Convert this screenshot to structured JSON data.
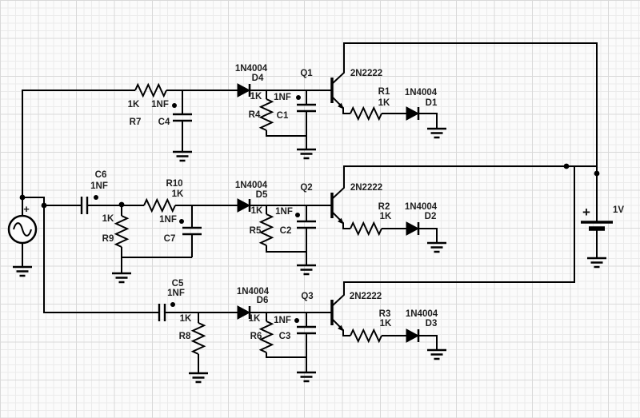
{
  "canvas": {
    "description": "circuit schematic on grid paper",
    "background_color": "#fbfbfb",
    "grid_minor_color": "#ebebeb",
    "grid_major_color": "#d9d9d9",
    "wire_color": "#000000",
    "label_color": "#1f1f1f"
  },
  "components": {
    "v1": {
      "type": "ac-source",
      "polarity": "+"
    },
    "bat1": {
      "type": "battery",
      "value": "1V",
      "polarity": "+"
    },
    "r1": {
      "ref": "R1",
      "value": "1K"
    },
    "r2": {
      "ref": "R2",
      "value": "1K"
    },
    "r3": {
      "ref": "R3",
      "value": "1K"
    },
    "r4": {
      "ref": "R4",
      "value": "1K"
    },
    "r5": {
      "ref": "R5",
      "value": "1K"
    },
    "r6": {
      "ref": "R6",
      "value": "1K"
    },
    "r7": {
      "ref": "R7",
      "value": "1K"
    },
    "r8": {
      "ref": "R8",
      "value": "1K"
    },
    "r9": {
      "ref": "R9",
      "value": "1K"
    },
    "r10": {
      "ref": "R10",
      "value": "1K"
    },
    "c1": {
      "ref": "C1",
      "value": "1NF"
    },
    "c2": {
      "ref": "C2",
      "value": "1NF"
    },
    "c3": {
      "ref": "C3",
      "value": "1NF"
    },
    "c4": {
      "ref": "C4",
      "value": "1NF"
    },
    "c5": {
      "ref": "C5",
      "value": "1NF"
    },
    "c6": {
      "ref": "C6",
      "value": "1NF"
    },
    "c7": {
      "ref": "C7",
      "value": "1NF"
    },
    "d1": {
      "ref": "D1",
      "part": "1N4004"
    },
    "d2": {
      "ref": "D2",
      "part": "1N4004"
    },
    "d3": {
      "ref": "D3",
      "part": "1N4004"
    },
    "d4": {
      "ref": "D4",
      "part": "1N4004"
    },
    "d5": {
      "ref": "D5",
      "part": "1N4004"
    },
    "d6": {
      "ref": "D6",
      "part": "1N4004"
    },
    "q1": {
      "ref": "Q1",
      "part": "2N2222"
    },
    "q2": {
      "ref": "Q2",
      "part": "2N2222"
    },
    "q3": {
      "ref": "Q3",
      "part": "2N2222"
    }
  }
}
